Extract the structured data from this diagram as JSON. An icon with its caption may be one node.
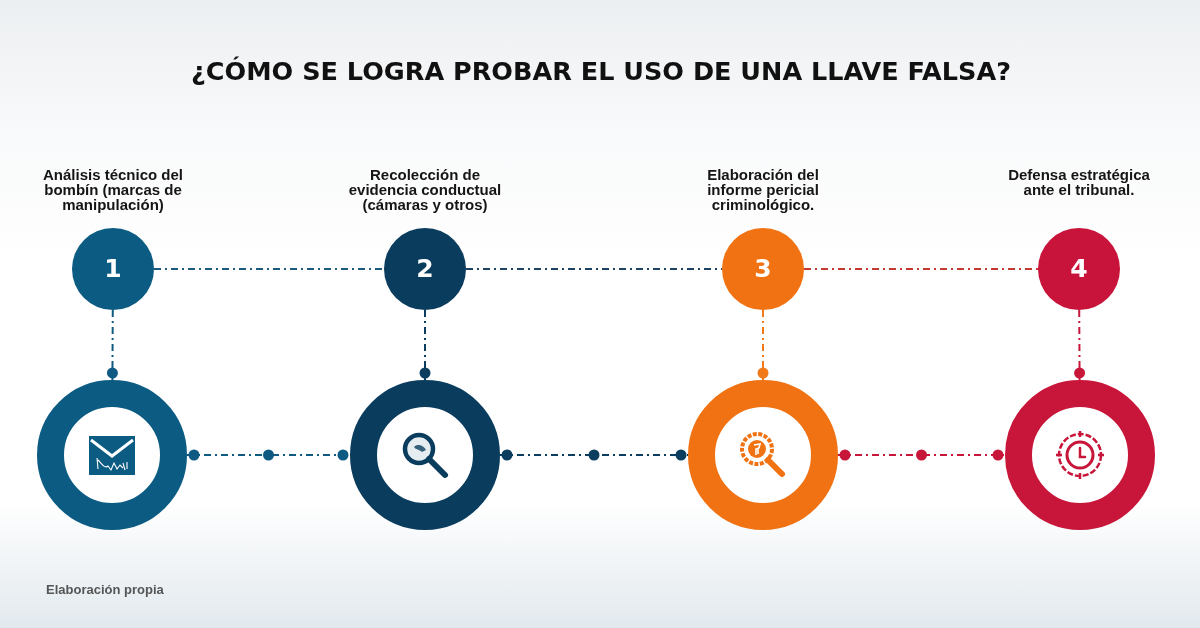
{
  "diagram": {
    "title": "¿CÓMO SE LOGRA PROBAR EL USO DE UNA LLAVE FALSA?",
    "nodes": [
      {
        "text": [
          "1"
        ],
        "beside": [
          "Análisis técnico del bombín (marcas de manipulación)"
        ]
      },
      {
        "text": [
          "2"
        ],
        "beside": [
          "Recolección de evidencia conductual (cámaras y otros)"
        ]
      },
      {
        "text": [
          "3"
        ],
        "beside": [
          "Elaboración del informe pericial criminológico."
        ]
      },
      {
        "text": [
          "4"
        ],
        "beside": [
          "Defensa estratégica ante el tribunal."
        ]
      },
      {
        "text": [],
        "shape": "circle"
      },
      {
        "text": [],
        "shape": "circle"
      },
      {
        "text": [],
        "shape": "circle"
      },
      {
        "text": [],
        "shape": "circle"
      }
    ],
    "edges": [
      {
        "from": 0,
        "to": 1,
        "arrow": "none",
        "style": "dashed",
        "color": "#1c5b80"
      },
      {
        "from": 1,
        "to": 2,
        "arrow": "none",
        "style": "dashed",
        "color": "#1d4262"
      },
      {
        "from": 2,
        "to": 3,
        "arrow": "none",
        "style": "dashed",
        "color": "#c43a2e"
      },
      {
        "from": 0,
        "to": 4,
        "arrow": "other",
        "style": "dashed",
        "color": "#0e5a82"
      },
      {
        "from": 1,
        "to": 5,
        "arrow": "other",
        "style": "dashed",
        "color": "#0b3d5e"
      },
      {
        "from": 2,
        "to": 6,
        "arrow": "other",
        "style": "dashed",
        "color": "#f07a1a"
      },
      {
        "from": 3,
        "to": 7,
        "arrow": "other",
        "style": "dashed",
        "color": "#c8163a"
      },
      {
        "from": 4,
        "to": 5,
        "arrow": "other",
        "style": "dashed",
        "color": "#0e5a82"
      },
      {
        "from": 5,
        "to": 6,
        "arrow": "other",
        "style": "dashed",
        "color": "#0b3d5e"
      },
      {
        "from": 6,
        "to": 7,
        "arrow": "other",
        "style": "dashed",
        "color": "#c8163a"
      }
    ],
    "labels": [
      "Elaboración propia"
    ]
  }
}
